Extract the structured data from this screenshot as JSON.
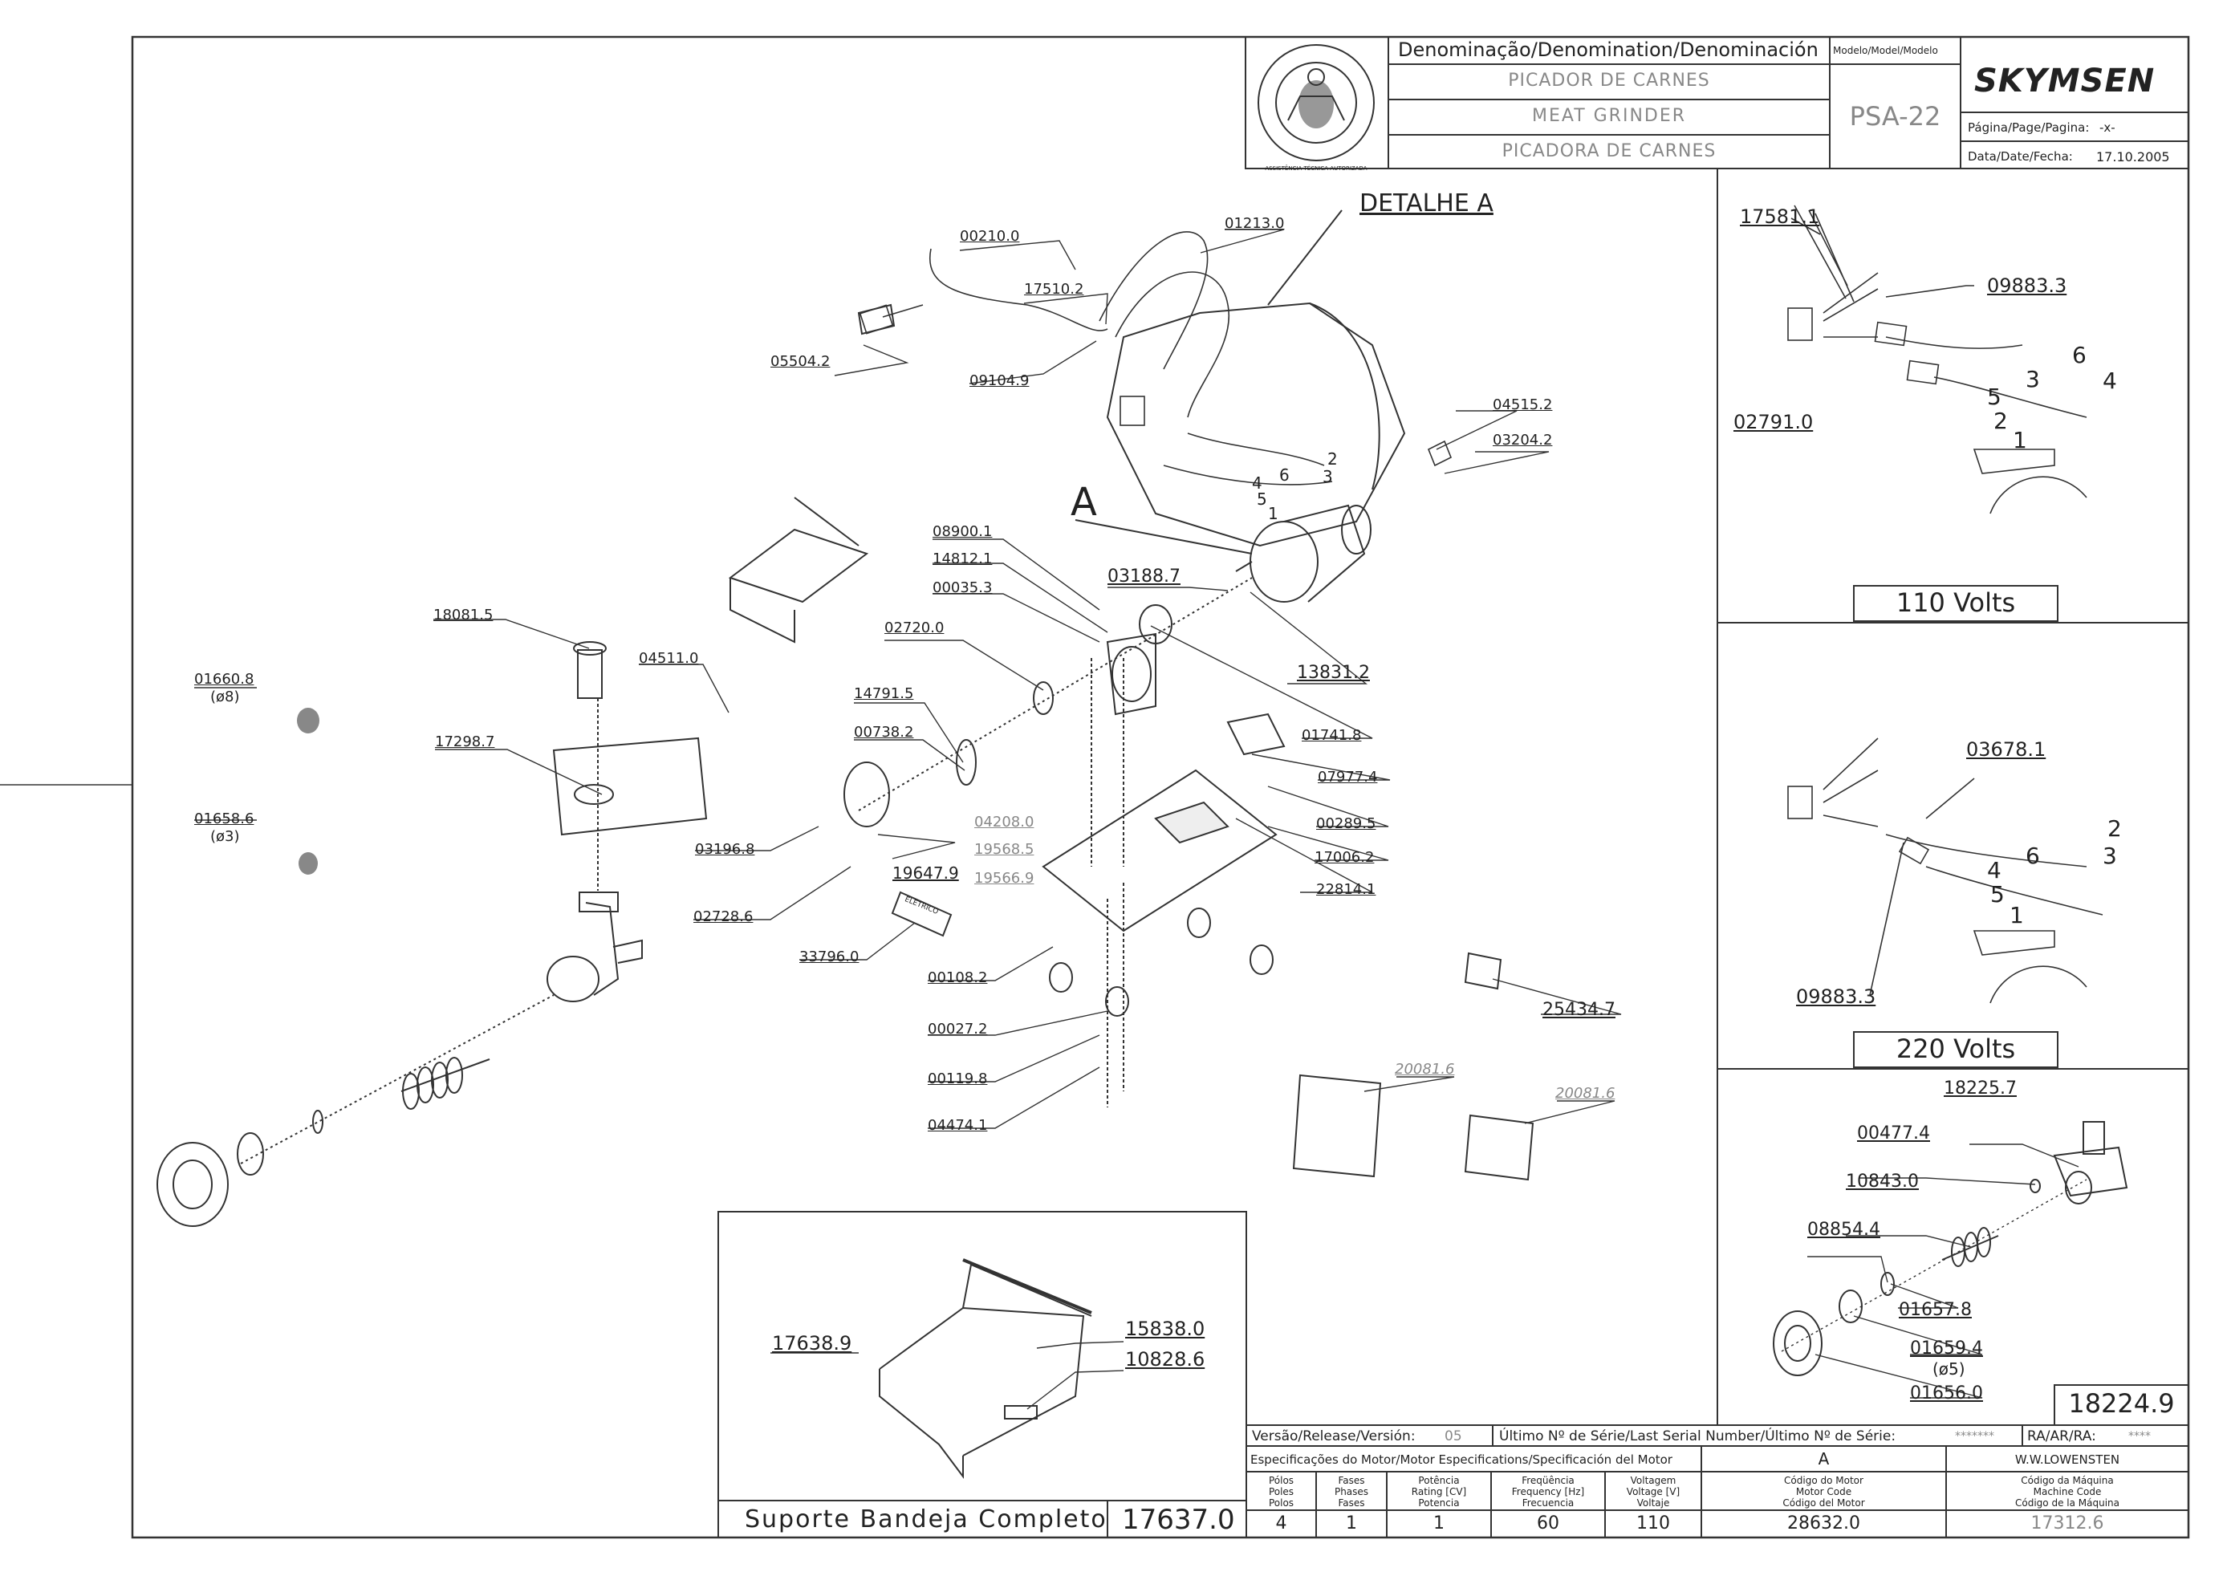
{
  "title_block": {
    "denomination_header": "Denominação/Denomination/Denominación",
    "model_header": "Modelo/Model/Modelo",
    "name_pt": "PICADOR DE CARNES",
    "name_en": "MEAT GRINDER",
    "name_es": "PICADORA DE CARNES",
    "model": "PSA-22",
    "brand": "SKYMSEN",
    "page_label": "Página/Page/Pagina:",
    "page_value": "-x-",
    "date_label": "Data/Date/Fecha:",
    "date_value": "17.10.2005",
    "seal_text": "ASSISTÊNCIA TÉCNICA AUTORIZADA"
  },
  "detail_title": "DETALHE A",
  "detail_marker": "A",
  "panels": {
    "volts_110": "110 Volts",
    "volts_220": "220 Volts",
    "kit_code": "18224.9",
    "inset_caption": "Suporte Bandeja Completo",
    "inset_code": "17637.0"
  },
  "main_parts": [
    "00210.0",
    "01213.0",
    "17510.2",
    "05504.2",
    "09104.9",
    "04515.2",
    "03204.2",
    "08900.1",
    "14812.1",
    "00035.3",
    "03188.7",
    "02720.0",
    "13831.2",
    "18081.5",
    "04511.0",
    "01660.8",
    "(ø8)",
    "14791.5",
    "01741.8",
    "17298.7",
    "00738.2",
    "07977.4",
    "01658.6",
    "(ø3)",
    "04208.0",
    "00289.5",
    "19568.5",
    "03196.8",
    "17006.2",
    "19647.9",
    "19566.9",
    "22814.1",
    "02728.6",
    "33796.0",
    "00108.2",
    "25434.7",
    "00027.2",
    "00119.8",
    "04474.1",
    "20081.6",
    "20081.6"
  ],
  "panel_110_parts": [
    "17581.1",
    "09883.3",
    "02791.0",
    "6",
    "3",
    "4",
    "5",
    "2",
    "1"
  ],
  "panel_220_parts": [
    "03678.1",
    "2",
    "6",
    "3",
    "4",
    "5",
    "1",
    "09883.3"
  ],
  "panel_kit_parts": [
    "18225.7",
    "00477.4",
    "10843.0",
    "08854.4",
    "01657.8",
    "01659.4",
    "(ø5)",
    "01656.0"
  ],
  "inset_parts": [
    "17638.9",
    "15838.0",
    "10828.6"
  ],
  "detail_wire_numbers": [
    "2",
    "6",
    "3",
    "4",
    "5",
    "1"
  ],
  "sticker_text": "ELETRICO",
  "footer": {
    "version_label": "Versão/Release/Versión:",
    "version_value": "05",
    "serial_label": "Último Nº de Série/Last Serial Number/Último Nº de Série:",
    "serial_value": "*******",
    "ra_label": "RA/AR/RA:",
    "ra_value": "****",
    "motor_spec_label": "Especificações do Motor/Motor Especifications/Specificación del Motor",
    "motor_letter": "A",
    "manufacturer": "W.W.LOWENSTEN",
    "columns": [
      {
        "h1": "Pólos",
        "h2": "Poles",
        "h3": "Polos",
        "value": "4"
      },
      {
        "h1": "Fases",
        "h2": "Phases",
        "h3": "Fases",
        "value": "1"
      },
      {
        "h1": "Potência",
        "h2": "Rating [CV]",
        "h3": "Potencia",
        "value": "1"
      },
      {
        "h1": "Freqüência",
        "h2": "Frequency [Hz]",
        "h3": "Frecuencia",
        "value": "60"
      },
      {
        "h1": "Voltagem",
        "h2": "Voltage [V]",
        "h3": "Voltaje",
        "value": "110"
      },
      {
        "h1": "Código do Motor",
        "h2": "Motor Code",
        "h3": "Código del Motor",
        "value": "28632.0"
      },
      {
        "h1": "Código da Máquina",
        "h2": "Machine Code",
        "h3": "Código de la Máquina",
        "value": "17312.6"
      }
    ]
  }
}
